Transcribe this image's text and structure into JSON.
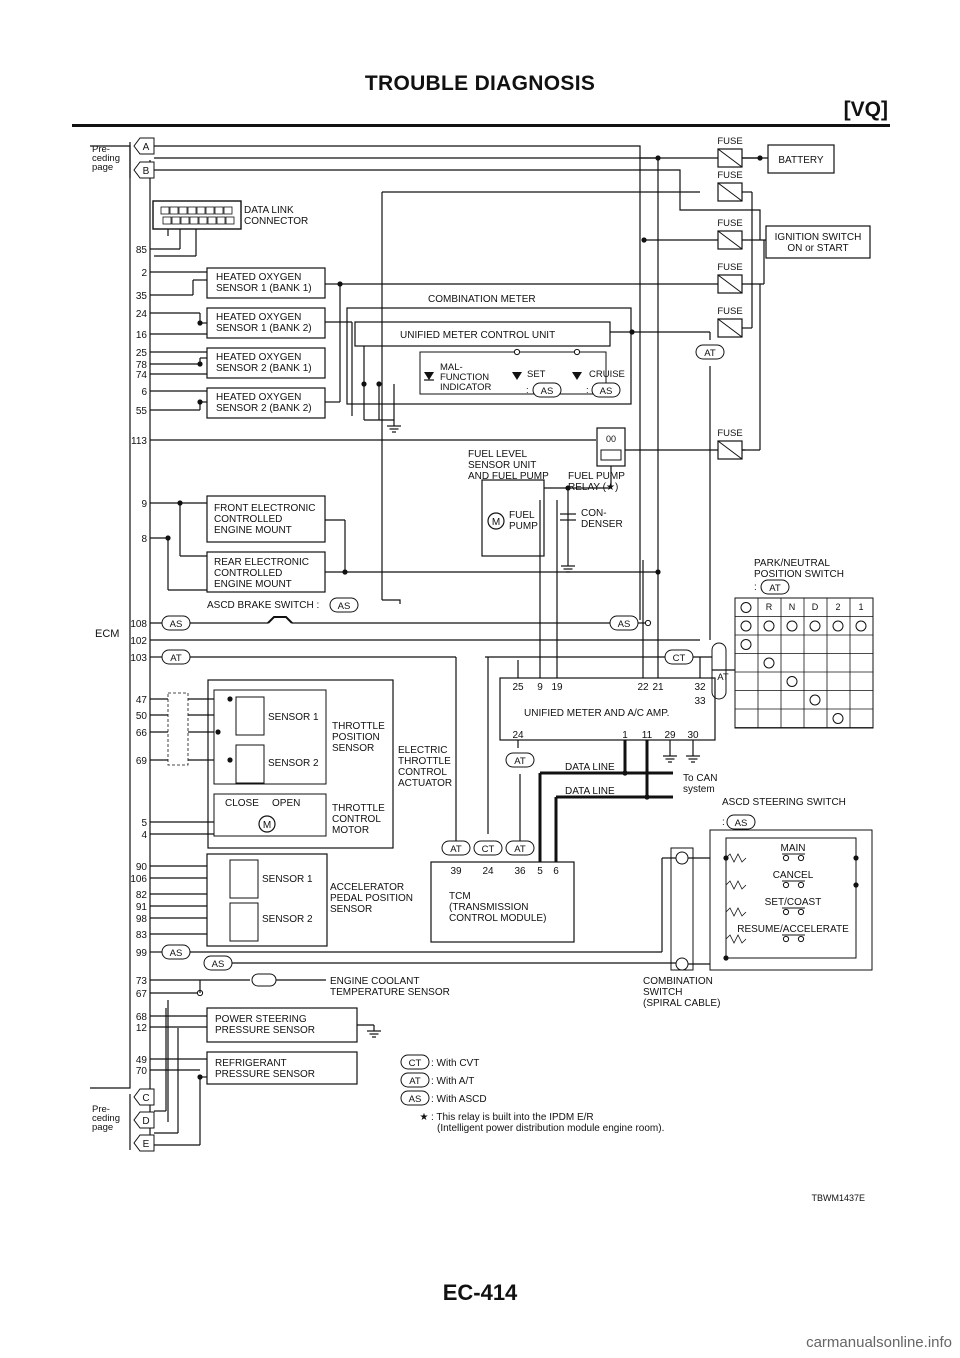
{
  "header": {
    "title": "TROUBLE DIAGNOSIS",
    "section": "[VQ]"
  },
  "footer": {
    "page_number": "EC-414",
    "watermark": "carmanualsonline.info"
  },
  "figure_id": "TBWM1437E",
  "ecm_label": "ECM",
  "preceding_page": [
    "Pre-",
    "ceding",
    "page"
  ],
  "connector_refs": {
    "A": "A",
    "B": "B",
    "C": "C",
    "D": "D",
    "E": "E"
  },
  "ecm_pins": [
    "85",
    "2",
    "35",
    "24",
    "16",
    "25",
    "78",
    "74",
    "6",
    "55",
    "113",
    "9",
    "8",
    "108",
    "102",
    "103",
    "47",
    "50",
    "66",
    "69",
    "5",
    "4",
    "90",
    "106",
    "82",
    "91",
    "98",
    "83",
    "99",
    "73",
    "67",
    "68",
    "12",
    "49",
    "70"
  ],
  "components": {
    "data_link": [
      "DATA LINK",
      "CONNECTOR"
    ],
    "ho2s11": [
      "HEATED OXYGEN",
      "SENSOR 1 (BANK 1)"
    ],
    "ho2s12": [
      "HEATED OXYGEN",
      "SENSOR 1 (BANK 2)"
    ],
    "ho2s21": [
      "HEATED OXYGEN",
      "SENSOR 2 (BANK 1)"
    ],
    "ho2s22": [
      "HEATED OXYGEN",
      "SENSOR 2 (BANK 2)"
    ],
    "combination_meter": "COMBINATION METER",
    "unified_meter_cu": "UNIFIED METER CONTROL UNIT",
    "mil": [
      "MAL-",
      "FUNCTION",
      "INDICATOR"
    ],
    "set": "SET",
    "cruise": "CRUISE",
    "fuel_level": [
      "FUEL LEVEL",
      "SENSOR UNIT",
      "AND FUEL PUMP"
    ],
    "fuel_pump": [
      "FUEL",
      "PUMP"
    ],
    "condenser": [
      "CON-",
      "DENSER"
    ],
    "fuel_pump_relay": [
      "FUEL PUMP",
      "RELAY (★)"
    ],
    "front_mount": [
      "FRONT ELECTRONIC",
      "CONTROLLED",
      "ENGINE MOUNT"
    ],
    "rear_mount": [
      "REAR ELECTRONIC",
      "CONTROLLED",
      "ENGINE MOUNT"
    ],
    "brake_switch": "ASCD BRAKE SWITCH :",
    "pnp_switch": [
      "PARK/NEUTRAL",
      "POSITION SWITCH"
    ],
    "pnp_positions": [
      "P",
      "R",
      "N",
      "D",
      "2",
      "1"
    ],
    "unified_amp": "UNIFIED METER AND A/C AMP.",
    "amp_top_pins": [
      "25",
      "9",
      "19",
      "22",
      "21",
      "32",
      "33"
    ],
    "amp_bottom_pins": [
      "24",
      "1",
      "11",
      "29",
      "30"
    ],
    "sensor1": "SENSOR 1",
    "sensor2": "SENSOR 2",
    "tps": [
      "THROTTLE",
      "POSITION",
      "SENSOR"
    ],
    "etc": [
      "ELECTRIC",
      "THROTTLE",
      "CONTROL",
      "ACTUATOR"
    ],
    "close": "CLOSE",
    "open": "OPEN",
    "motor_letter": "M",
    "throttle_motor": [
      "THROTTLE",
      "CONTROL",
      "MOTOR"
    ],
    "data_line": "DATA LINE",
    "to_can": [
      "To CAN",
      "system"
    ],
    "ascd_steering": "ASCD STEERING SWITCH",
    "steering_buttons": [
      "MAIN",
      "CANCEL",
      "SET/COAST",
      "RESUME/ACCELERATE"
    ],
    "tcm": [
      "TCM",
      "(TRANSMISSION",
      "CONTROL MODULE)"
    ],
    "tcm_pins": [
      "39",
      "24",
      "36",
      "5",
      "6"
    ],
    "apps": [
      "ACCELERATOR",
      "PEDAL POSITION",
      "SENSOR"
    ],
    "ect": [
      "ENGINE COOLANT",
      "TEMPERATURE SENSOR"
    ],
    "combo_switch": [
      "COMBINATION",
      "SWITCH",
      "(SPIRAL CABLE)"
    ],
    "psp": [
      "POWER STEERING",
      "PRESSURE SENSOR"
    ],
    "refrig": [
      "REFRIGERANT",
      "PRESSURE SENSOR"
    ],
    "battery": "BATTERY",
    "fuse": "FUSE",
    "ignition": [
      "IGNITION SWITCH",
      "ON or START"
    ]
  },
  "badges": {
    "ct": "CT",
    "at": "AT",
    "as": "AS"
  },
  "legend": {
    "ct": ": With CVT",
    "at": ": With A/T",
    "as": ": With ASCD",
    "star": "★",
    "star_note": [
      ": This relay is built into the IPDM E/R",
      "(Intelligent power distribution module engine room)."
    ]
  }
}
